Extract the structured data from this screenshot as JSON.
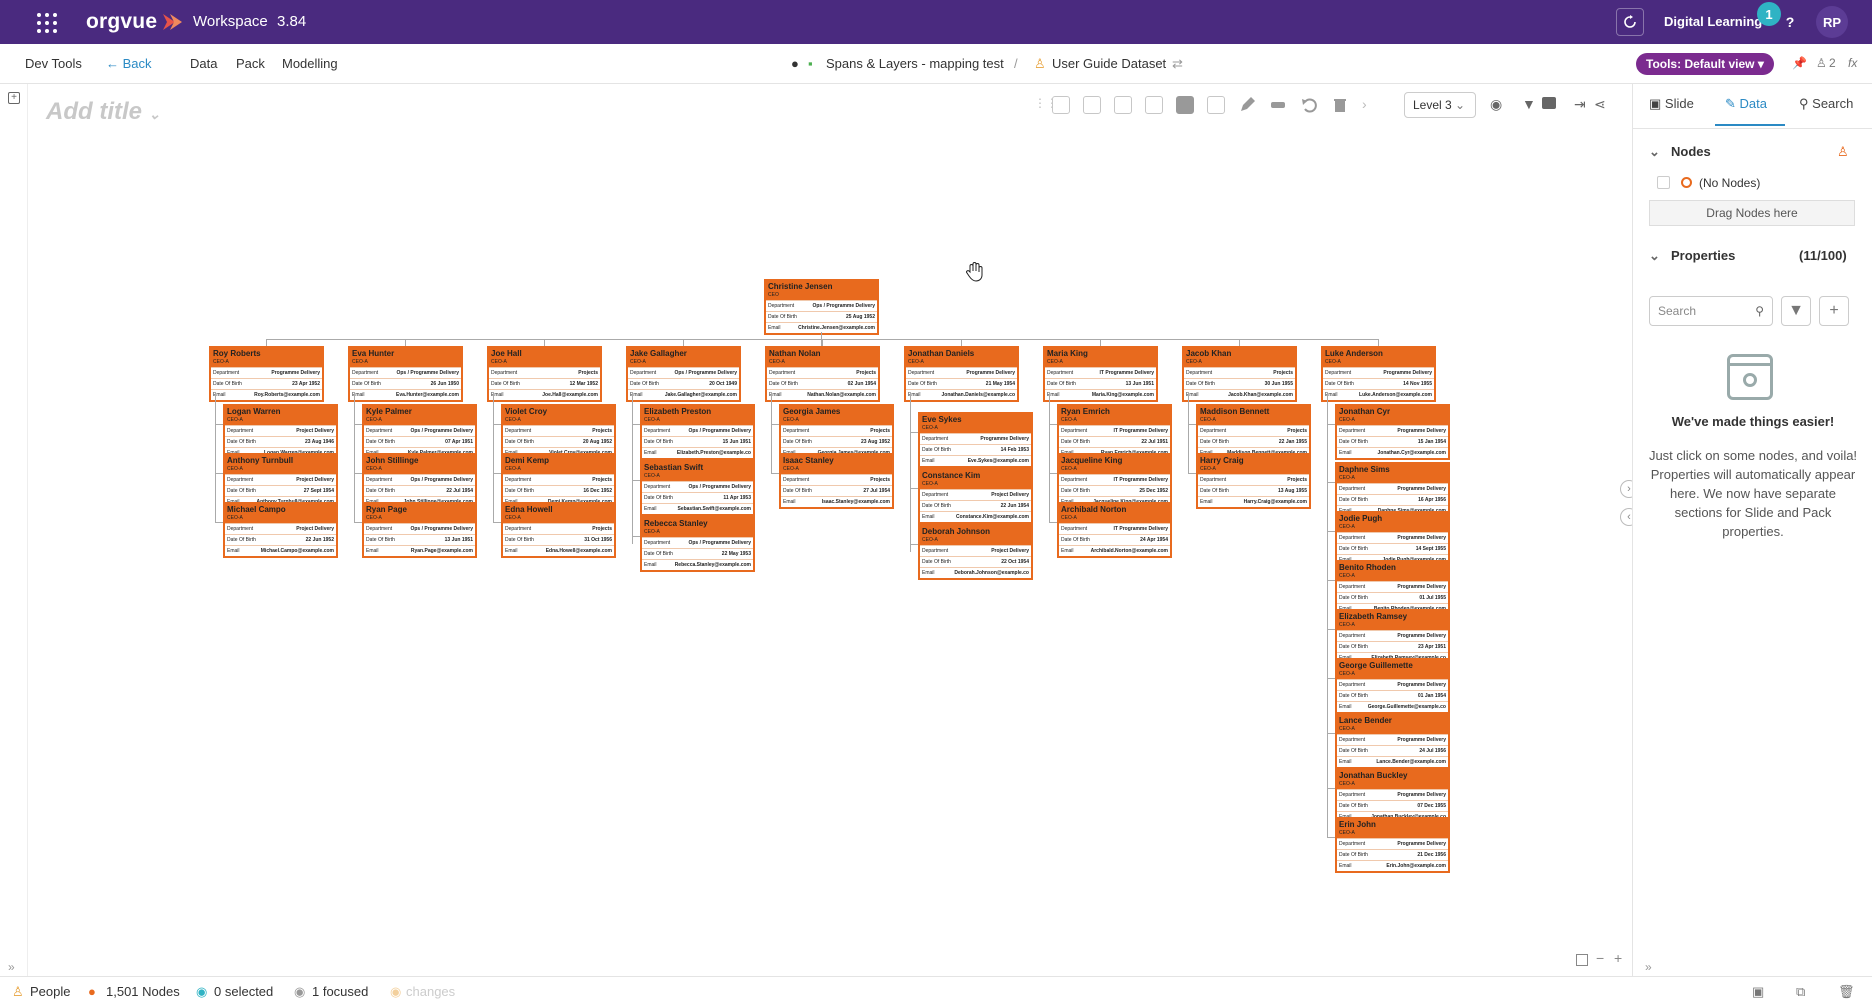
{
  "topbar": {
    "brand": "orgvue",
    "workspace": "Workspace",
    "version": "3.84",
    "dataset_name": "Digital Learning",
    "notification_count": "1",
    "help": "?",
    "user_initials": "RP",
    "color": "#4a2a7f"
  },
  "menubar": {
    "items": [
      "Dev Tools",
      "Back",
      "Data",
      "Pack",
      "Modelling"
    ],
    "crumb_1": "Spans & Layers - mapping test",
    "crumb_sep": "/",
    "crumb_2": "User Guide Dataset",
    "tools_button": "Tools: Default view",
    "right_count": "2",
    "fx": "fx"
  },
  "canvas": {
    "title_placeholder": "Add title",
    "level_select": "Level 3"
  },
  "orgchart": {
    "root": {
      "name": "Christine Jensen",
      "sub": "CEO",
      "dept": "Ops / Programme Delivery",
      "dob": "25 Aug 1952",
      "email": "Christine.Jensen@example.com"
    },
    "columns": [
      {
        "head": {
          "name": "Roy Roberts",
          "sub": "CEO-A",
          "dept": "Programme Delivery",
          "dob": "23 Apr 1952",
          "email": "Roy.Roberts@example.com"
        },
        "children": [
          {
            "name": "Logan Warren",
            "sub": "CEO-A",
            "dept": "Project Delivery",
            "dob": "23 Aug 1946",
            "email": "Logan.Warren@example.com"
          },
          {
            "name": "Anthony Turnbull",
            "sub": "CEO-A",
            "dept": "Project Delivery",
            "dob": "27 Sept 1954",
            "email": "Anthony.Turnbull@example.com"
          },
          {
            "name": "Michael Campo",
            "sub": "CEO-A",
            "dept": "Project Delivery",
            "dob": "22 Jun 1952",
            "email": "Michael.Campo@example.com"
          }
        ]
      },
      {
        "head": {
          "name": "Eva Hunter",
          "sub": "CEO-A",
          "dept": "Ops / Programme Delivery",
          "dob": "26 Jun 1950",
          "email": "Eva.Hunter@example.com"
        },
        "children": [
          {
            "name": "Kyle Palmer",
            "sub": "CEO-A",
            "dept": "Ops / Programme Delivery",
            "dob": "07 Apr 1951",
            "email": "Kyle.Palmer@example.com"
          },
          {
            "name": "John Stillinge",
            "sub": "CEO-A",
            "dept": "Ops / Programme Delivery",
            "dob": "22 Jul 1954",
            "email": "John.Stillinge@example.com"
          },
          {
            "name": "Ryan Page",
            "sub": "CEO-A",
            "dept": "Ops / Programme Delivery",
            "dob": "13 Jun 1951",
            "email": "Ryan.Page@example.com"
          }
        ]
      },
      {
        "head": {
          "name": "Joe Hall",
          "sub": "CEO-A",
          "dept": "Projects",
          "dob": "12 Mar 1952",
          "email": "Joe.Hall@example.com"
        },
        "children": [
          {
            "name": "Violet Croy",
            "sub": "CEO-A",
            "dept": "Projects",
            "dob": "20 Aug 1952",
            "email": "Violet.Croy@example.com"
          },
          {
            "name": "Demi Kemp",
            "sub": "CEO-A",
            "dept": "Projects",
            "dob": "16 Dec 1952",
            "email": "Demi.Kemp@example.com"
          },
          {
            "name": "Edna Howell",
            "sub": "CEO-A",
            "dept": "Projects",
            "dob": "31 Oct 1956",
            "email": "Edna.Howell@example.com"
          }
        ]
      },
      {
        "head": {
          "name": "Jake Gallagher",
          "sub": "CEO-A",
          "dept": "Ops / Programme Delivery",
          "dob": "20 Oct 1949",
          "email": "Jake.Gallagher@example.com"
        },
        "children": [
          {
            "name": "Elizabeth Preston",
            "sub": "CEO-A",
            "dept": "Ops / Programme Delivery",
            "dob": "15 Jun 1951",
            "email": "Elizabeth.Preston@example.co"
          },
          {
            "name": "Sebastian Swift",
            "sub": "CEO-A",
            "dept": "Ops / Programme Delivery",
            "dob": "11 Apr 1953",
            "email": "Sebastian.Swift@example.com"
          },
          {
            "name": "Rebecca Stanley",
            "sub": "CEO-A",
            "dept": "Ops / Programme Delivery",
            "dob": "22 May 1953",
            "email": "Rebecca.Stanley@example.com"
          }
        ]
      },
      {
        "head": {
          "name": "Nathan Nolan",
          "sub": "CEO-A",
          "dept": "Projects",
          "dob": "02 Jun 1954",
          "email": "Nathan.Nolan@example.com"
        },
        "children": [
          {
            "name": "Georgia James",
            "sub": "CEO-A",
            "dept": "Projects",
            "dob": "23 Aug 1952",
            "email": "Georgia.James@example.com"
          },
          {
            "name": "Isaac Stanley",
            "sub": "CEO-A",
            "dept": "Projects",
            "dob": "27 Jul 1954",
            "email": "Isaac.Stanley@example.com"
          }
        ]
      },
      {
        "head": {
          "name": "Jonathan Daniels",
          "sub": "CEO-A",
          "dept": "Programme Delivery",
          "dob": "21 May 1954",
          "email": "Jonathan.Daniels@example.co"
        },
        "children": [
          {
            "name": "Eve Sykes",
            "sub": "CEO-A",
            "dept": "Programme Delivery",
            "dob": "14 Feb 1953",
            "email": "Eve.Sykes@example.com"
          },
          {
            "name": "Constance Kim",
            "sub": "CEO-A",
            "dept": "Project Delivery",
            "dob": "22 Jun 1954",
            "email": "Constance.Kim@example.com"
          },
          {
            "name": "Deborah Johnson",
            "sub": "CEO-A",
            "dept": "Project Delivery",
            "dob": "22 Oct 1954",
            "email": "Deborah.Johnson@example.co"
          }
        ]
      },
      {
        "head": {
          "name": "Maria King",
          "sub": "CEO-A",
          "dept": "IT Programme Delivery",
          "dob": "13 Jun 1951",
          "email": "Maria.King@example.com"
        },
        "children": [
          {
            "name": "Ryan Emrich",
            "sub": "CEO-A",
            "dept": "IT Programme Delivery",
            "dob": "22 Jul 1951",
            "email": "Ryan.Emrich@example.com"
          },
          {
            "name": "Jacqueline King",
            "sub": "CEO-A",
            "dept": "IT Programme Delivery",
            "dob": "25 Dec 1952",
            "email": "Jacqueline.King@example.com"
          },
          {
            "name": "Archibald Norton",
            "sub": "CEO-A",
            "dept": "IT Programme Delivery",
            "dob": "24 Apr 1954",
            "email": "Archibald.Norton@example.com"
          }
        ]
      },
      {
        "head": {
          "name": "Jacob Khan",
          "sub": "CEO-A",
          "dept": "Projects",
          "dob": "30 Jun 1955",
          "email": "Jacob.Khan@example.com"
        },
        "children": [
          {
            "name": "Maddison Bennett",
            "sub": "CEO-A",
            "dept": "Projects",
            "dob": "22 Jan 1955",
            "email": "Maddison.Bennett@example.com"
          },
          {
            "name": "Harry Craig",
            "sub": "CEO-A",
            "dept": "Projects",
            "dob": "13 Aug 1955",
            "email": "Harry.Craig@example.com"
          }
        ]
      },
      {
        "head": {
          "name": "Luke Anderson",
          "sub": "CEO-A",
          "dept": "Programme Delivery",
          "dob": "14 Nov 1955",
          "email": "Luke.Anderson@example.com"
        },
        "children": [
          {
            "name": "Jonathan Cyr",
            "sub": "CEO-A",
            "dept": "Programme Delivery",
            "dob": "15 Jan 1954",
            "email": "Jonathan.Cyr@example.com"
          },
          {
            "name": "Daphne Sims",
            "sub": "CEO-A",
            "dept": "Programme Delivery",
            "dob": "16 Apr 1956",
            "email": "Daphne.Sims@example.com"
          },
          {
            "name": "Jodie Pugh",
            "sub": "CEO-A",
            "dept": "Programme Delivery",
            "dob": "14 Sept 1955",
            "email": "Jodie.Pugh@example.com"
          },
          {
            "name": "Benito Rhoden",
            "sub": "CEO-A",
            "dept": "Programme Delivery",
            "dob": "01 Jul 1955",
            "email": "Benito.Rhoden@example.com"
          },
          {
            "name": "Elizabeth Ramsey",
            "sub": "CEO-A",
            "dept": "Programme Delivery",
            "dob": "23 Apr 1951",
            "email": "Elizabeth.Ramsey@example.co"
          },
          {
            "name": "George Guillemette",
            "sub": "CEO-A",
            "dept": "Programme Delivery",
            "dob": "01 Jan 1954",
            "email": "George.Guillemette@example.co"
          },
          {
            "name": "Lance Bender",
            "sub": "CEO-A",
            "dept": "Programme Delivery",
            "dob": "24 Jul 1956",
            "email": "Lance.Bender@example.com"
          },
          {
            "name": "Jonathan Buckley",
            "sub": "CEO-A",
            "dept": "Programme Delivery",
            "dob": "07 Dec 1955",
            "email": "Jonathan.Buckley@example.co"
          },
          {
            "name": "Erin John",
            "sub": "CEO-A",
            "dept": "Programme Delivery",
            "dob": "21 Dec 1956",
            "email": "Erin.John@example.com"
          }
        ]
      }
    ],
    "labels": {
      "dept": "Department",
      "dob": "Date Of Birth",
      "email": "Email"
    }
  },
  "rightpanel": {
    "tabs": [
      "Slide",
      "Data",
      "Search"
    ],
    "nodes_title": "Nodes",
    "no_nodes": "(No Nodes)",
    "drag_hint": "Drag Nodes here",
    "properties_title": "Properties",
    "properties_count": "(11/100)",
    "search_placeholder": "Search",
    "empty_title": "We've made things easier!",
    "empty_text": "Just click on some nodes, and voila! Properties will automatically appear here. We now have separate sections for Slide and Pack properties."
  },
  "statusbar": {
    "people": "People",
    "nodes": "1,501 Nodes",
    "selected": "0 selected",
    "focused": "1 focused",
    "changes": "changes"
  }
}
